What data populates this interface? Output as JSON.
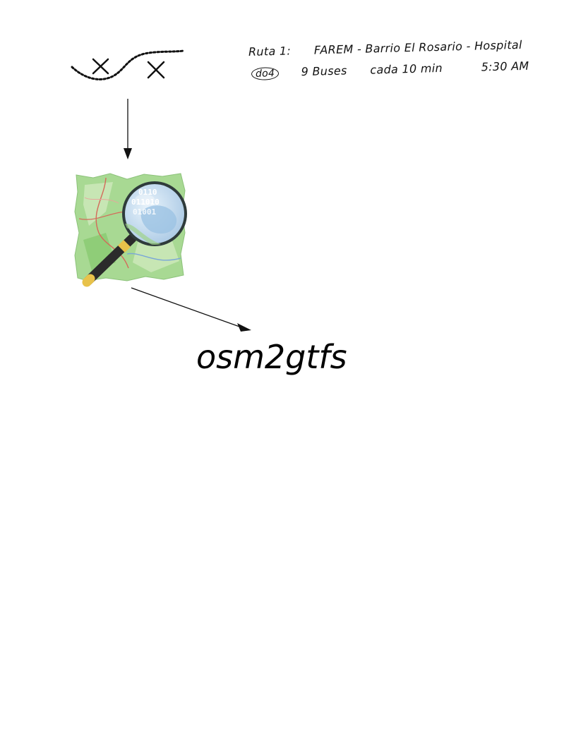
{
  "diagram": {
    "sketch": {
      "icon": "hand-drawn-route-with-stops-icon"
    },
    "notes": {
      "route_title": "Ruta 1:",
      "route_path": "FAREM - Barrio El Rosario - Hospital",
      "badge": "do4",
      "buses": "9 Buses",
      "frequency": "cada 10 min",
      "start_time": "5:30 AM"
    },
    "logo": {
      "icon": "openstreetmap-logo-icon"
    },
    "output": {
      "name": "osm2gtfs"
    },
    "colors": {
      "ink": "#111111",
      "map_green": "#9fd38a",
      "map_light": "#cfe9bd",
      "lens_blue": "#bcd6ee",
      "handle": "#2b2b2b",
      "handle_ring": "#e8c24a"
    }
  }
}
